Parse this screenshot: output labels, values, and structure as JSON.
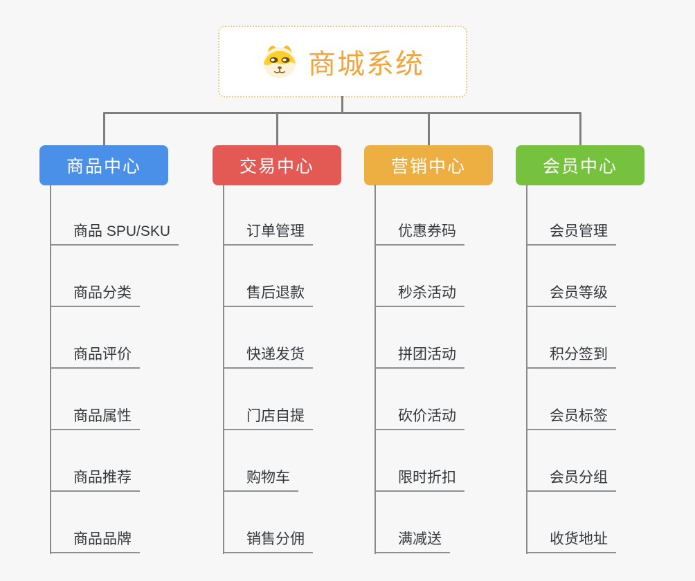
{
  "root": {
    "title": "商城系统",
    "icon": "shiba-dog-icon",
    "accent_color": "#f0a63c",
    "border_color": "#f3ca82"
  },
  "colors": {
    "background": "#f7f7f7",
    "connector": "#7e7e7e",
    "underline": "#8f8f8f",
    "child_text": "#33373b"
  },
  "branches": [
    {
      "label": "商品中心",
      "color": "#4a8fe8",
      "children": [
        "商品 SPU/SKU",
        "商品分类",
        "商品评价",
        "商品属性",
        "商品推荐",
        "商品品牌"
      ]
    },
    {
      "label": "交易中心",
      "color": "#e35a55",
      "children": [
        "订单管理",
        "售后退款",
        "快递发货",
        "门店自提",
        "购物车",
        "销售分佣"
      ]
    },
    {
      "label": "营销中心",
      "color": "#edaf41",
      "children": [
        "优惠券码",
        "秒杀活动",
        "拼团活动",
        "砍价活动",
        "限时折扣",
        "满减送"
      ]
    },
    {
      "label": "会员中心",
      "color": "#76c23e",
      "children": [
        "会员管理",
        "会员等级",
        "积分签到",
        "会员标签",
        "会员分组",
        "收货地址"
      ]
    }
  ]
}
